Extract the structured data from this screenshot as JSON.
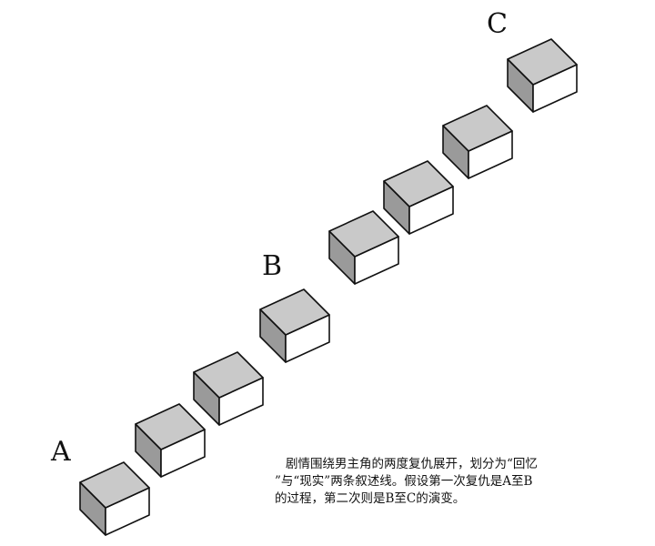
{
  "labels": {
    "a": "A",
    "b": "B",
    "c": "C"
  },
  "caption": {
    "line1": "剧情围绕男主角的两度复仇展开，划分为“回忆",
    "line2": "”与“现实”两条叙述线。假设第一次复仇是A至B",
    "line3": "的过程，第二次则是B至C的演变。"
  },
  "colors": {
    "top_face": "#c9c9c9",
    "side_face": "#9a9a9a",
    "front_face": "#ffffff",
    "edge": "#111111"
  }
}
